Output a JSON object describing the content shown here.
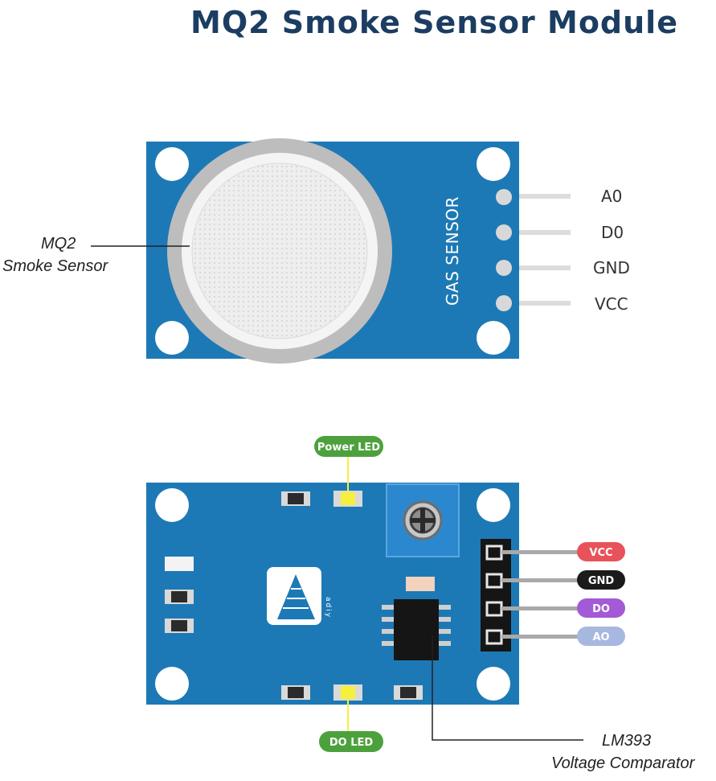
{
  "title": "MQ2 Smoke Sensor Module",
  "front": {
    "sensor_label_line1": "MQ2",
    "sensor_label_line2": "Smoke Sensor",
    "board_text": "GAS SENSOR",
    "pins": [
      "A0",
      "D0",
      "GND",
      "VCC"
    ]
  },
  "back": {
    "power_led_label": "Power LED",
    "do_led_label": "DO LED",
    "brand_text": "adiy",
    "comparator_line1": "LM393",
    "comparator_line2": "Voltage Comparator",
    "pins": [
      {
        "label": "VCC",
        "color": "#e8525a"
      },
      {
        "label": "GND",
        "color": "#1b1b1b"
      },
      {
        "label": "DO",
        "color": "#a35ad6"
      },
      {
        "label": "AO",
        "color": "#a6b8e0"
      }
    ]
  },
  "colors": {
    "board": "#1d79b5",
    "title": "#1c3d62",
    "led_green": "#4da13d"
  }
}
